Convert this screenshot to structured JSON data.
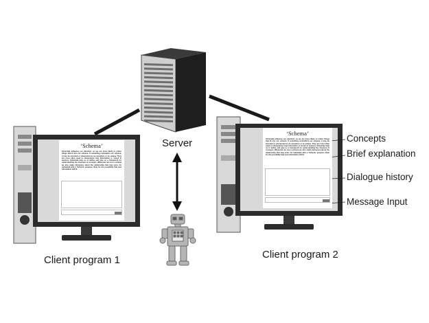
{
  "labels": {
    "server": "Server",
    "client1": "Client program 1",
    "client2": "Client program 2"
  },
  "callouts": {
    "concepts": "Concepts",
    "brief": "Brief explanation",
    "dialogue": "Dialogue history",
    "message": "Message Input"
  },
  "screen": {
    "title": "‘Schema’",
    "body": "Schemata influence our attention, as we are more likely to notice things that fit into our schema. If something contradicts our schema, it may be encoded or interpreted as an exception or as unique. They are most often used to characterize how information is stored in memory. Schemata help us to define and give us a framework for understanding the structure of concepts. Whenever we use a schema we also make inferences about the relationship that may exist. An individual with a 'Schema' prepares them for the possibility that new information will fit."
  },
  "icons": {
    "server": "server-tower-icon",
    "robot": "robot-icon",
    "desktop": "desktop-computer-icon"
  },
  "colors": {
    "line": "#1a1a1a",
    "monitor_frame": "#2b2b2b",
    "tower_case": "#d8d8d8",
    "server_body": "#1e1e1e"
  }
}
